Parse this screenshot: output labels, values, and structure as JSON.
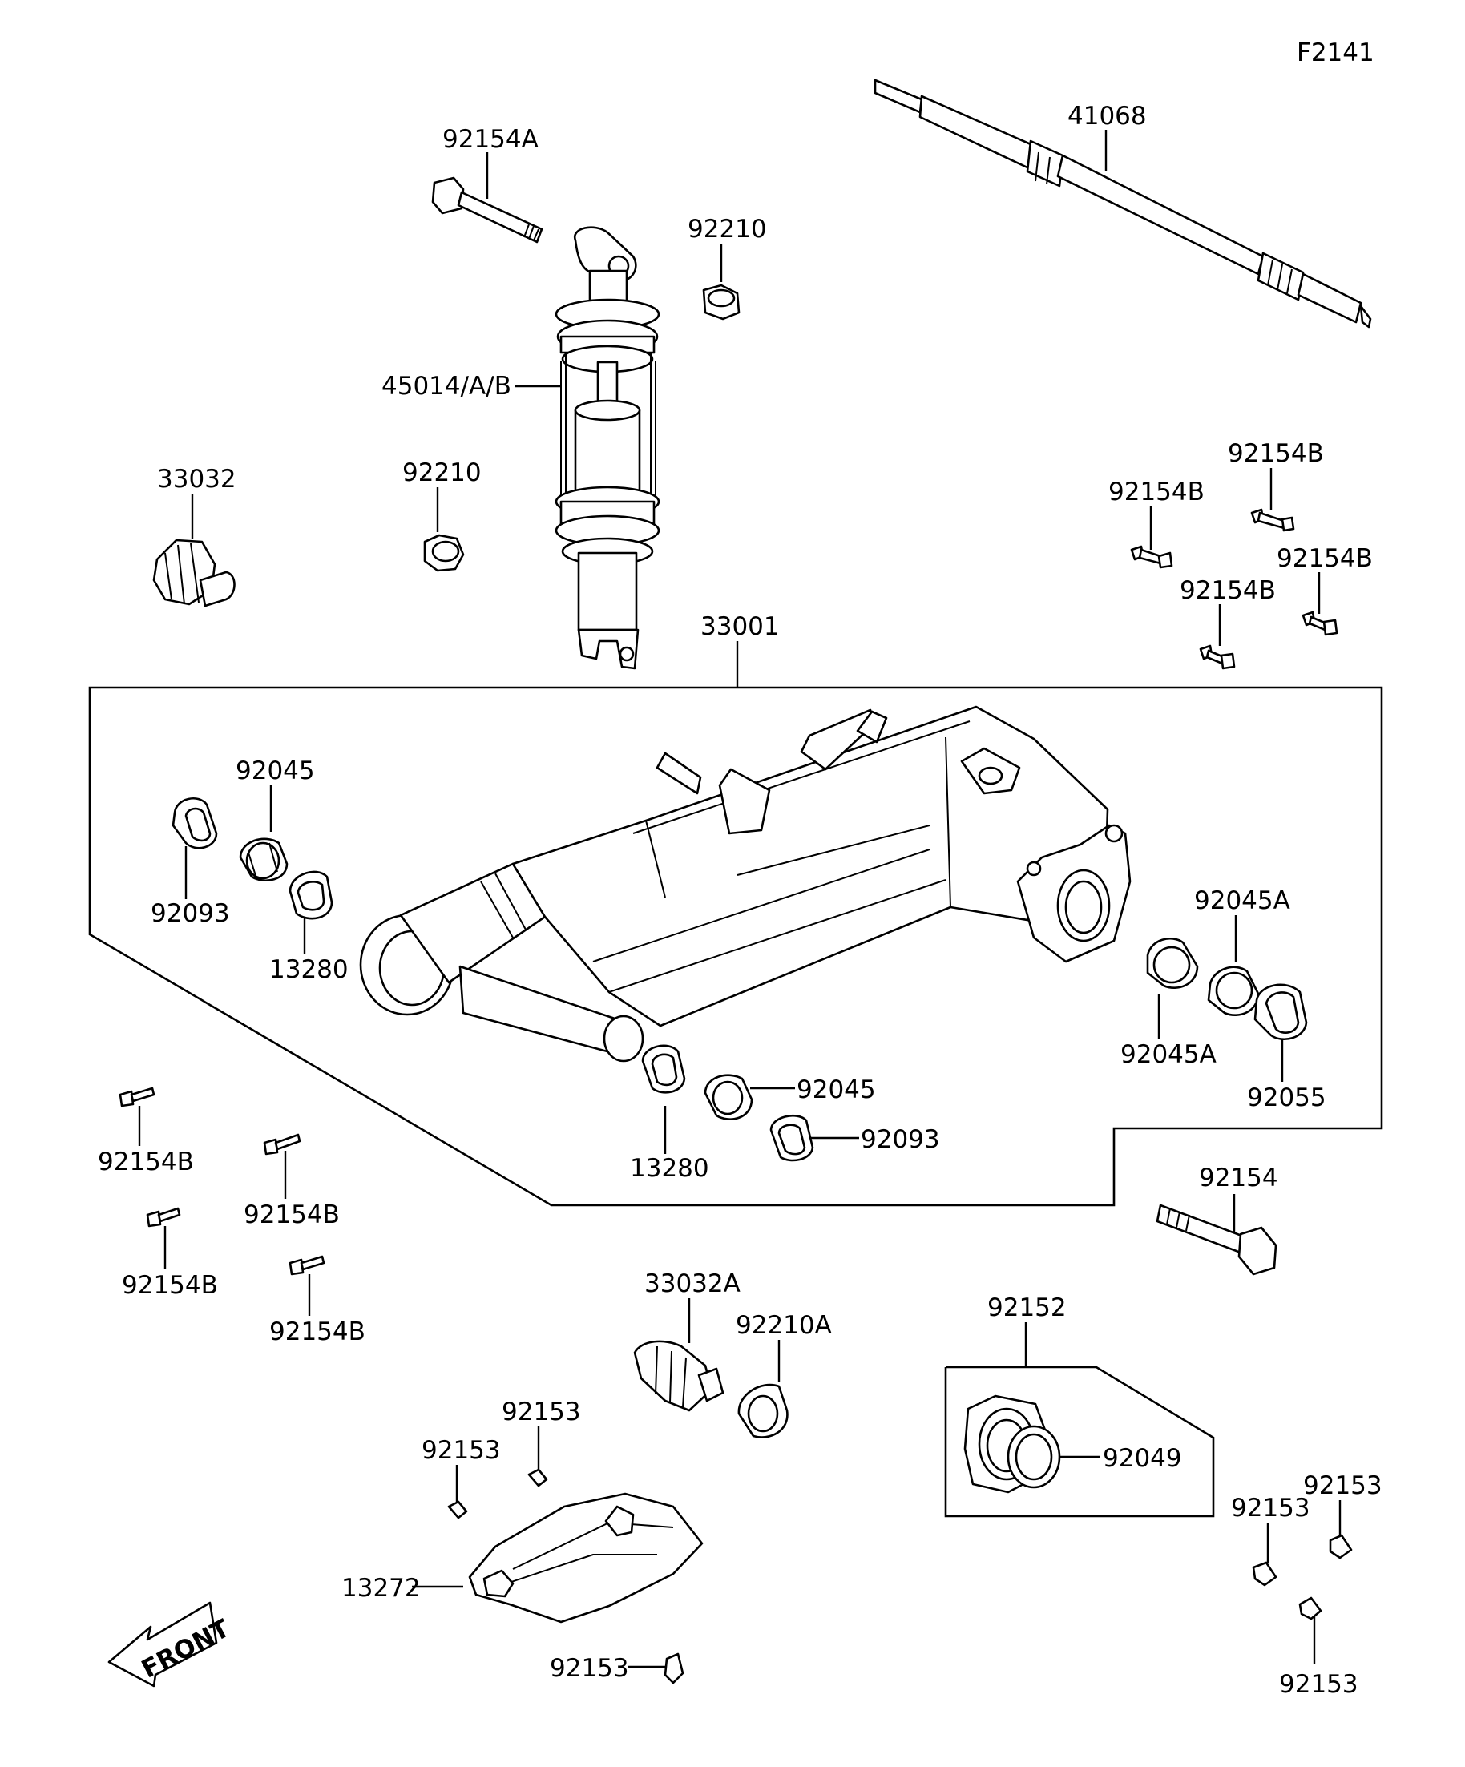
{
  "figure_code": "F2141",
  "labels": {
    "shaft": "41068",
    "bolt_top": "92154A",
    "nut_top": "92210",
    "shock": "45014/A/B",
    "pivot_left": "33032",
    "nut_mid": "92210",
    "b_right_1": "92154B",
    "b_right_2": "92154B",
    "b_right_3": "92154B",
    "b_right_4": "92154B",
    "swingarm": "33001",
    "seal_l": "92045",
    "ring_l": "92093",
    "ring2_l": "13280",
    "bear_r_top": "92045A",
    "bear_r_bot": "92045A",
    "seal_r": "92055",
    "seal_c": "92045",
    "ring2_c": "13280",
    "ring_c": "92093",
    "b_left_1": "92154B",
    "b_left_2": "92154B",
    "b_left_3": "92154B",
    "b_left_4": "92154B",
    "bolt_right": "92154",
    "pivot_bot": "33032A",
    "nut_bot": "92210A",
    "holder": "92152",
    "seal_holder": "92049",
    "screw_1": "92153",
    "screw_2": "92153",
    "guard": "13272",
    "screw_3": "92153",
    "screw_4": "92153",
    "screw_5": "92153",
    "screw_6": "92153"
  },
  "front_marker": "FRONT"
}
